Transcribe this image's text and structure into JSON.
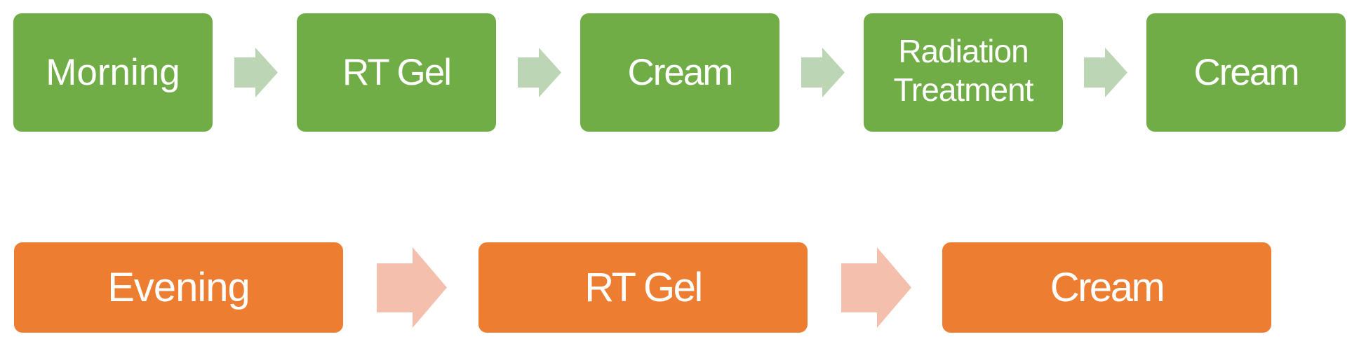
{
  "diagram": {
    "type": "process-flow",
    "rows": [
      {
        "name": "morning",
        "color": "#70ad47",
        "arrow_color": "#bcd5b4",
        "steps": [
          {
            "label": "Morning"
          },
          {
            "label": "RT Gel"
          },
          {
            "label": "Cream"
          },
          {
            "label": "Radiation\nTreatment"
          },
          {
            "label": "Cream"
          }
        ]
      },
      {
        "name": "evening",
        "color": "#ed7d31",
        "arrow_color": "#f4bfad",
        "steps": [
          {
            "label": "Evening"
          },
          {
            "label": "RT Gel"
          },
          {
            "label": "Cream"
          }
        ]
      }
    ],
    "icons": {
      "arrow": "right-arrow-icon"
    }
  }
}
